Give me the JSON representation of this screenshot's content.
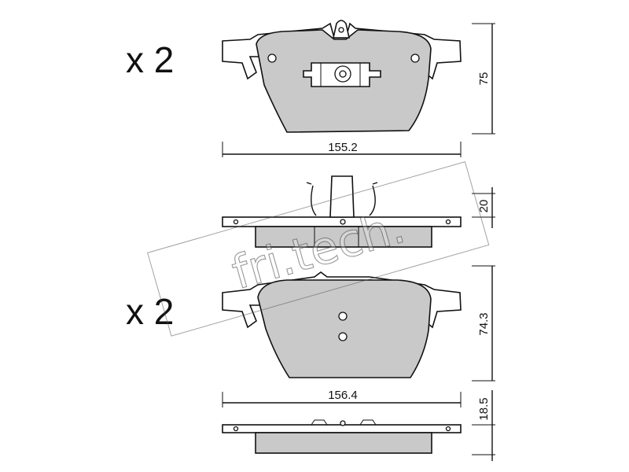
{
  "diagram": {
    "upper_pad": {
      "quantity": "x 2",
      "width": "155.2",
      "height": "75",
      "thickness": "20"
    },
    "lower_pad": {
      "quantity": "x 2",
      "width": "156.4",
      "height": "74.3",
      "thickness": "18.5"
    },
    "watermark": {
      "brand": "fri.tech."
    },
    "colors": {
      "pad_fill": "#c9c9c9",
      "outline": "#111111",
      "background": "#ffffff"
    }
  }
}
